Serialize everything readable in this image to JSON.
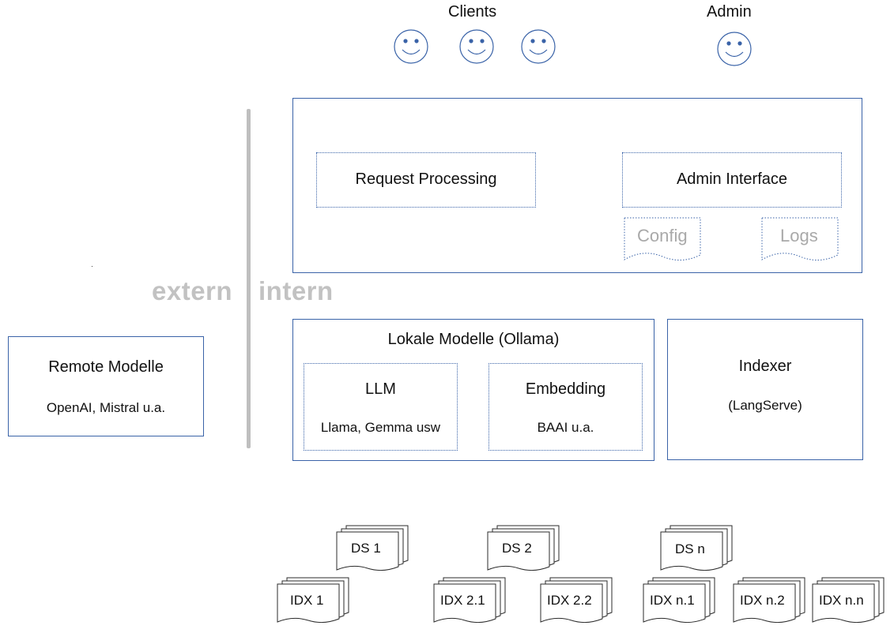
{
  "actors": {
    "clients_label": "Clients",
    "admin_label": "Admin"
  },
  "zones": {
    "extern": "extern",
    "intern": "intern"
  },
  "server": {
    "request_processing": "Request Processing",
    "admin_interface": "Admin Interface",
    "config": "Config",
    "logs": "Logs"
  },
  "remote": {
    "title": "Remote Modelle",
    "subtitle": "OpenAI, Mistral u.a."
  },
  "local": {
    "title": "Lokale Modelle (Ollama)",
    "llm_title": "LLM",
    "llm_subtitle": "Llama, Gemma usw",
    "emb_title": "Embedding",
    "emb_subtitle": "BAAI u.a."
  },
  "indexer": {
    "title": "Indexer",
    "subtitle": "(LangServe)"
  },
  "datasources": [
    "DS 1",
    "DS 2",
    "DS n"
  ],
  "indexes": [
    "IDX 1",
    "IDX 2.1",
    "IDX 2.2",
    "IDX n.1",
    "IDX n.2",
    "IDX n.n"
  ],
  "colors": {
    "border": "#3a63a8",
    "zone_text": "#c2c2c2",
    "divider": "#bfbfbf"
  }
}
